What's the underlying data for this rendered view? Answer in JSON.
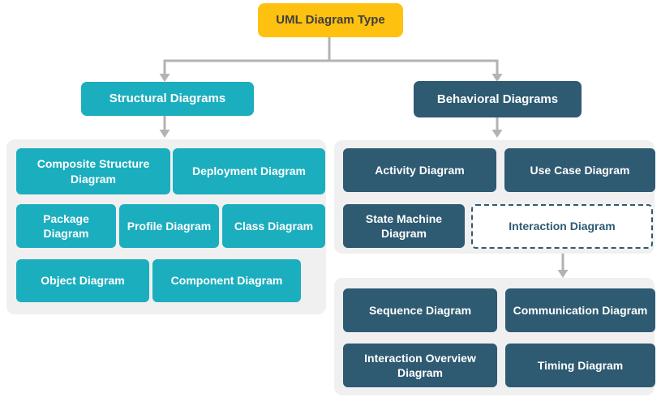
{
  "root": {
    "label": "UML Diagram Type"
  },
  "structural": {
    "label": "Structural Diagrams",
    "children": [
      "Composite Structure Diagram",
      "Deployment Diagram",
      "Package Diagram",
      "Profile Diagram",
      "Class Diagram",
      "Object Diagram",
      "Component Diagram"
    ]
  },
  "behavioral": {
    "label": "Behavioral Diagrams",
    "children": [
      "Activity Diagram",
      "Use Case Diagram",
      "State Machine Diagram",
      "Interaction Diagram"
    ]
  },
  "interaction": {
    "children": [
      "Sequence Diagram",
      "Communication Diagram",
      "Interaction Overview Diagram",
      "Timing Diagram"
    ]
  },
  "colors": {
    "root_bg": "#FEC110",
    "root_text": "#3F3F3F",
    "teal": "#1BAEBF",
    "navy": "#2E5A72",
    "group_bg": "#F0F0F0",
    "connector": "#B3B3B3",
    "interaction_bg": "#FFFFFF",
    "interaction_text": "#2E5A72",
    "interaction_border": "#2E5A72"
  }
}
